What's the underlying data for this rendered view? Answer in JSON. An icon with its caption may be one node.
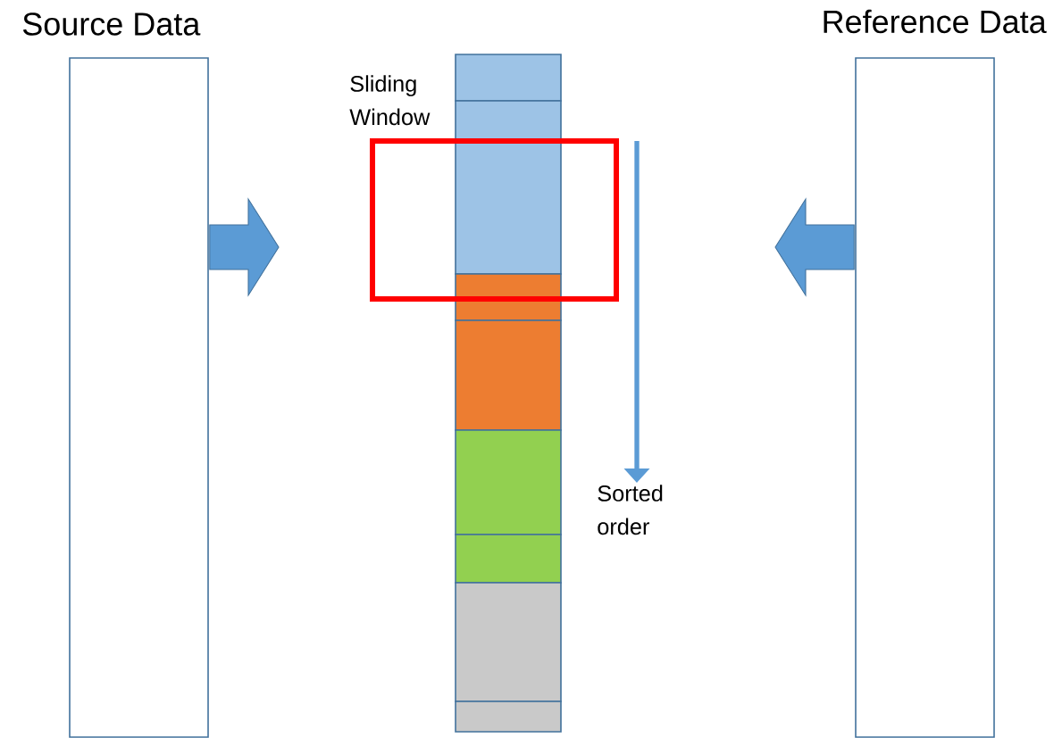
{
  "diagram": {
    "nodes": [
      {
        "text": [
          "Source Data"
        ]
      },
      {
        "text": [
          "Reference Data"
        ]
      },
      {
        "text": [
          "Sliding Window"
        ]
      },
      {
        "text": [],
        "shape": "box"
      },
      {
        "text": [],
        "shape": "box"
      },
      {
        "text": [],
        "shape": "box"
      },
      {
        "text": [],
        "shape": "box"
      },
      {
        "text": [],
        "shape": "box"
      },
      {
        "text": [],
        "shape": "box"
      },
      {
        "text": [],
        "shape": "box"
      },
      {
        "text": [],
        "shape": "box"
      }
    ],
    "edges": [
      {
        "from": 0,
        "to": null,
        "arrow": "to"
      },
      {
        "from": 1,
        "to": null,
        "arrow": "to"
      }
    ],
    "labels": [
      "Sorted order"
    ]
  }
}
